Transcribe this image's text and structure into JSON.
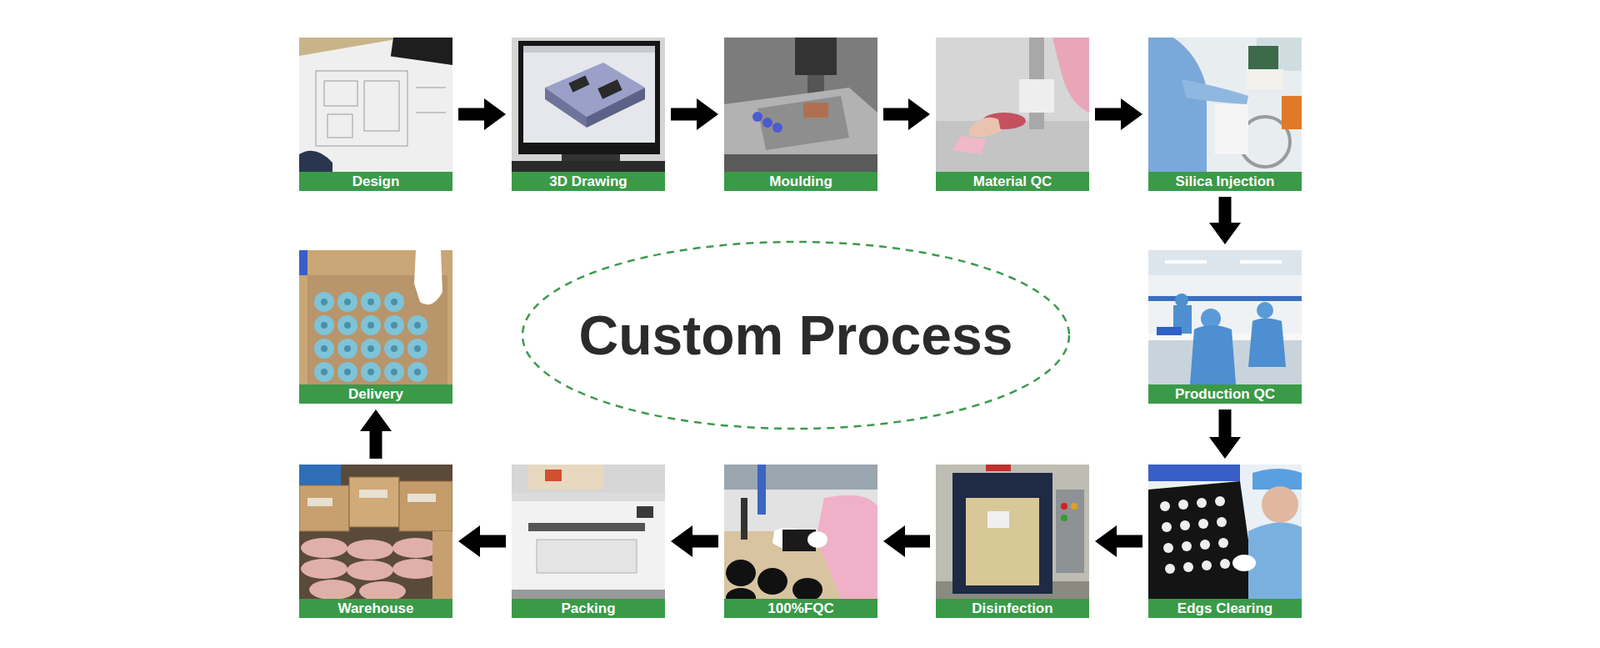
{
  "diagram": {
    "title": "Custom Process",
    "nodes": [
      {
        "text": [
          "Design"
        ]
      },
      {
        "text": [
          "3D Drawing"
        ]
      },
      {
        "text": [
          "Moulding"
        ]
      },
      {
        "text": [
          "Material QC"
        ]
      },
      {
        "text": [
          "Silica Injection"
        ]
      },
      {
        "text": [
          "Production QC"
        ]
      },
      {
        "text": [
          "Edgs Clearing"
        ]
      },
      {
        "text": [
          "Disinfection"
        ]
      },
      {
        "text": [
          "100%FQC"
        ]
      },
      {
        "text": [
          "Packing"
        ]
      },
      {
        "text": [
          "Warehouse"
        ]
      },
      {
        "text": [
          "Delivery"
        ]
      }
    ],
    "edges": [
      {
        "from": 0,
        "to": 1,
        "arrow": "to"
      },
      {
        "from": 1,
        "to": 2,
        "arrow": "to"
      },
      {
        "from": 2,
        "to": 3,
        "arrow": "to"
      },
      {
        "from": 3,
        "to": 4,
        "arrow": "to"
      },
      {
        "from": 4,
        "to": 5,
        "arrow": "to"
      },
      {
        "from": 5,
        "to": 6,
        "arrow": "to"
      },
      {
        "from": 6,
        "to": 7,
        "arrow": "to"
      },
      {
        "from": 7,
        "to": 8,
        "arrow": "to"
      },
      {
        "from": 8,
        "to": 9,
        "arrow": "to"
      },
      {
        "from": 9,
        "to": 10,
        "arrow": "to"
      },
      {
        "from": 10,
        "to": 11,
        "arrow": "to"
      }
    ]
  }
}
